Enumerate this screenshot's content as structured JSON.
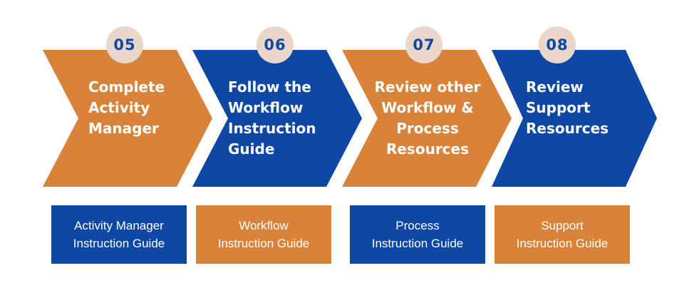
{
  "colors": {
    "orange": "#d9823a",
    "blue": "#0e47a4",
    "badge": "#ead6ca",
    "text": "#ffffff"
  },
  "steps": [
    {
      "number": "05",
      "lines": [
        "Complete",
        "Activity",
        "Manager"
      ],
      "color": "orange"
    },
    {
      "number": "06",
      "lines": [
        "Follow the",
        "Workflow",
        "Instruction",
        "Guide"
      ],
      "color": "blue"
    },
    {
      "number": "07",
      "lines": [
        "Review other",
        "Workflow &",
        "Process",
        "Resources"
      ],
      "color": "orange"
    },
    {
      "number": "08",
      "lines": [
        "Review",
        "Support",
        "Resources"
      ],
      "color": "blue"
    }
  ],
  "guides": [
    {
      "lines": [
        "Activity Manager",
        "Instruction Guide"
      ],
      "color": "blue"
    },
    {
      "lines": [
        "Workflow",
        "Instruction Guide"
      ],
      "color": "orange"
    },
    {
      "lines": [
        "Process",
        "Instruction Guide"
      ],
      "color": "blue"
    },
    {
      "lines": [
        "Support",
        "Instruction Guide"
      ],
      "color": "orange"
    }
  ]
}
